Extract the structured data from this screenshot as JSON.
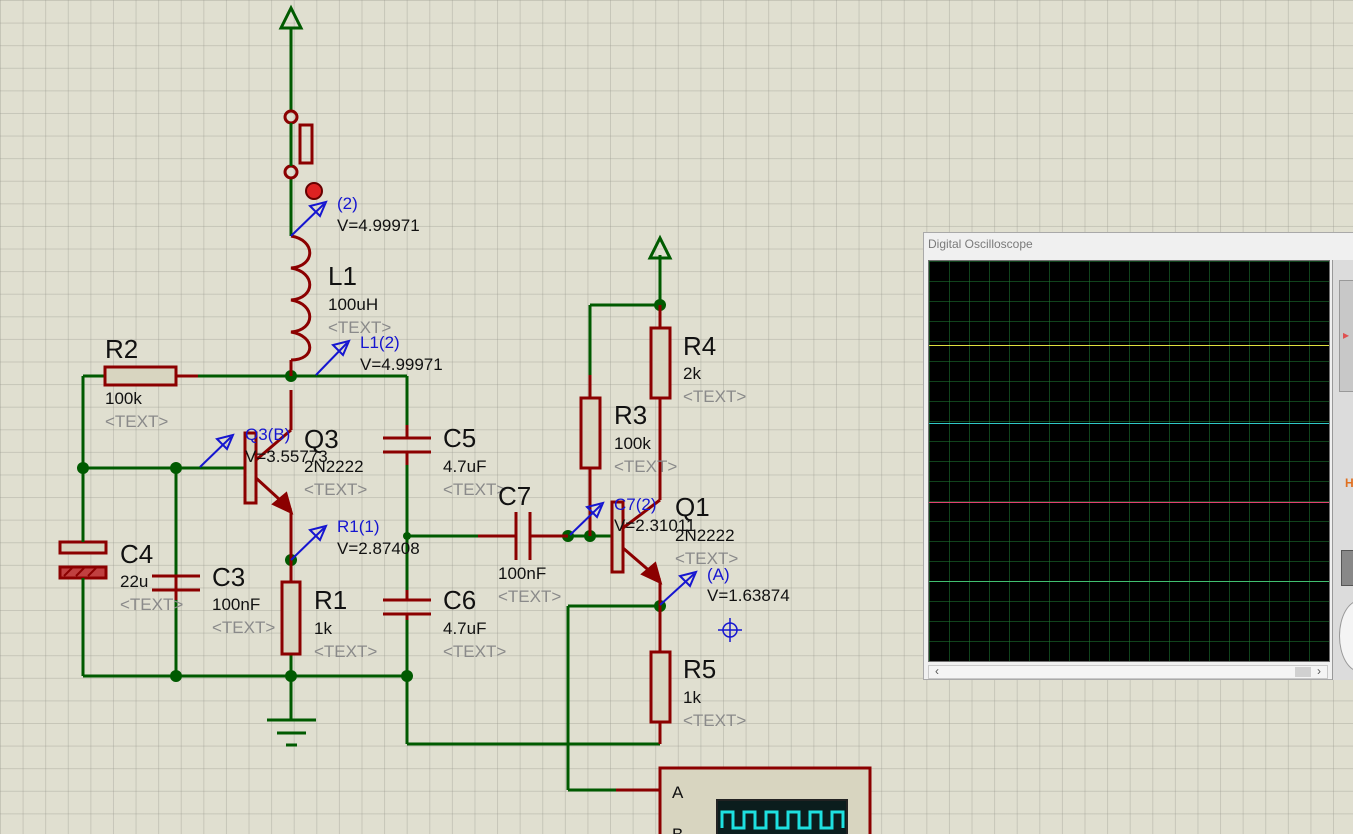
{
  "components": {
    "r1": {
      "ref": "R1",
      "value": "1k",
      "text": "<TEXT>"
    },
    "r2": {
      "ref": "R2",
      "value": "100k",
      "text": "<TEXT>"
    },
    "r3": {
      "ref": "R3",
      "value": "100k",
      "text": "<TEXT>"
    },
    "r4": {
      "ref": "R4",
      "value": "2k",
      "text": "<TEXT>"
    },
    "r5": {
      "ref": "R5",
      "value": "1k",
      "text": "<TEXT>"
    },
    "l1": {
      "ref": "L1",
      "value": "100uH",
      "text": "<TEXT>"
    },
    "c3": {
      "ref": "C3",
      "value": "100nF",
      "text": "<TEXT>"
    },
    "c4": {
      "ref": "C4",
      "value": "22u",
      "text": "<TEXT>"
    },
    "c5": {
      "ref": "C5",
      "value": "4.7uF",
      "text": "<TEXT>"
    },
    "c6": {
      "ref": "C6",
      "value": "4.7uF",
      "text": "<TEXT>"
    },
    "c7": {
      "ref": "C7",
      "value": "100nF",
      "text": "<TEXT>"
    },
    "q1": {
      "ref": "Q1",
      "value": "2N2222",
      "text": "<TEXT>"
    },
    "q3": {
      "ref": "Q3",
      "value": "2N2222",
      "text": "<TEXT>"
    }
  },
  "probes": [
    {
      "label": "(2)",
      "voltage": "V=4.99971"
    },
    {
      "label": "L1(2)",
      "voltage": "V=4.99971"
    },
    {
      "label": "Q3(B)",
      "voltage": "V=3.55773"
    },
    {
      "label": "R1(1)",
      "voltage": "V=2.87408"
    },
    {
      "label": "C7(2)",
      "voltage": "V=2.31011"
    },
    {
      "label": "(A)",
      "voltage": "V=1.63874"
    }
  ],
  "oscilloscope_instrument": {
    "channel_a": "A",
    "channel_b": "B"
  },
  "oscilloscope_window": {
    "title": "Digital Oscilloscope",
    "trace_colors": [
      "#e0e040",
      "#30c8c8",
      "#e04070",
      "#40c070"
    ],
    "panel_label": "H"
  },
  "colors": {
    "wire": "#005a00",
    "component": "#8b0000",
    "probe_text": "#1616d0"
  }
}
